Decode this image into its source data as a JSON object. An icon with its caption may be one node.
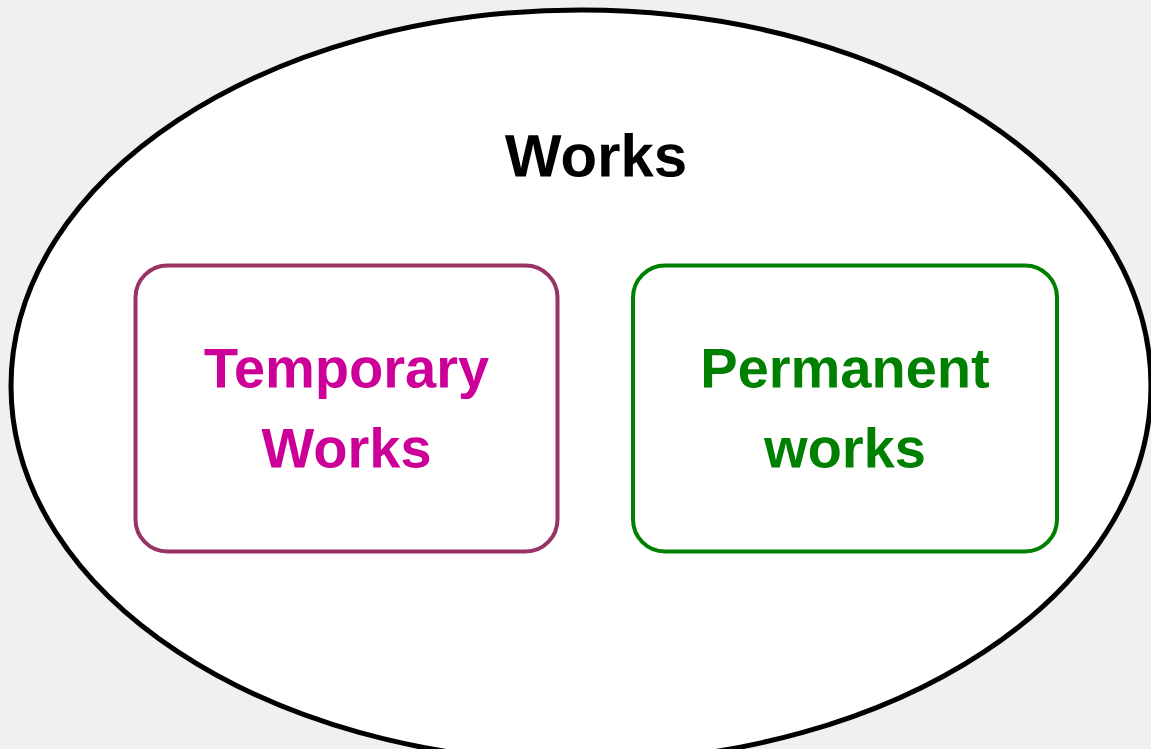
{
  "diagram": {
    "nodes": [
      {
        "text": [
          "Works"
        ]
      },
      {
        "text": [
          "Temporary Works"
        ],
        "in": 0
      },
      {
        "text": [
          "Permanent works"
        ],
        "in": 0
      }
    ]
  }
}
